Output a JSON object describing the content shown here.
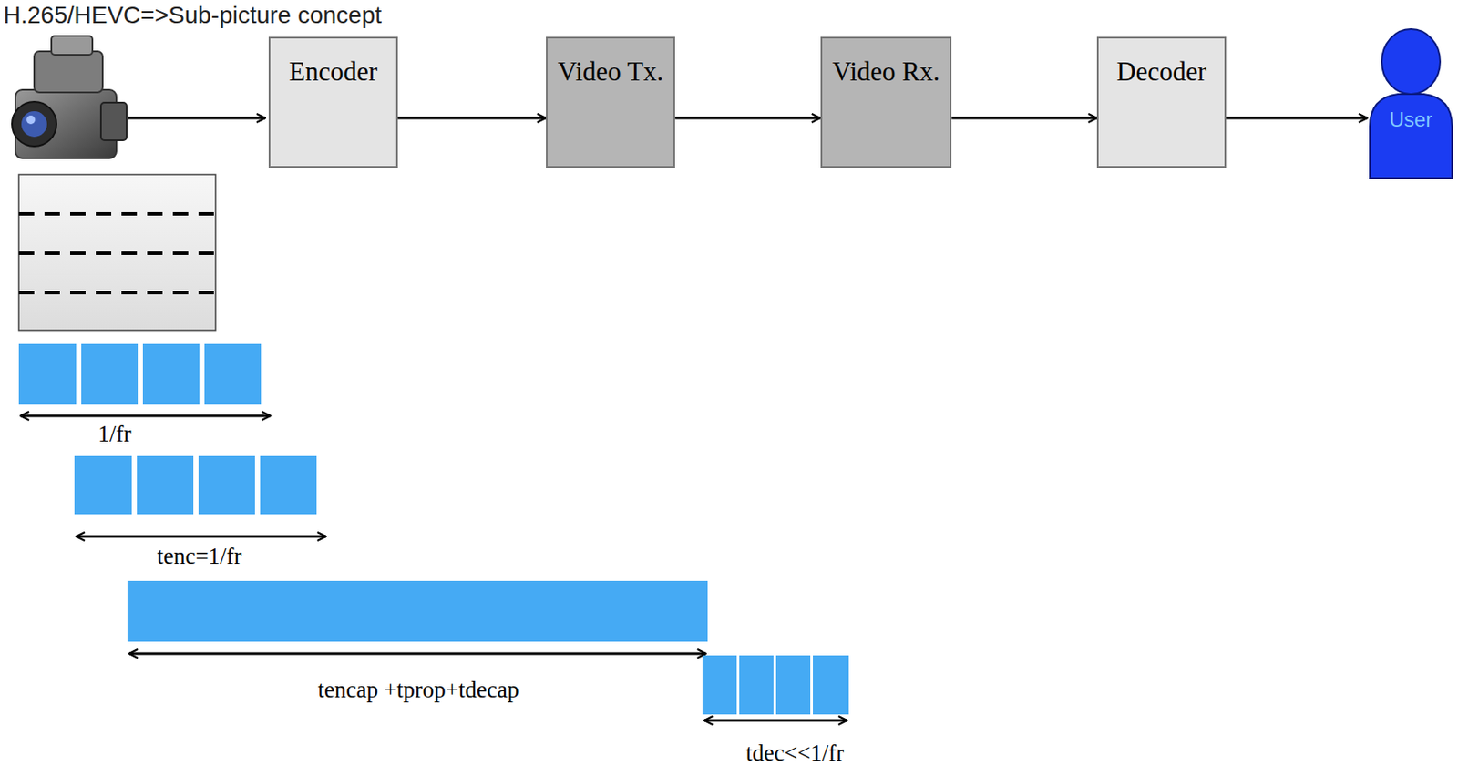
{
  "diagram": {
    "title": "H.265/HEVC=>Sub-picture concept",
    "nodes": [
      {
        "text": [
          "Encoder"
        ]
      },
      {
        "text": [
          "Video Tx."
        ]
      },
      {
        "text": [
          "Video Rx."
        ]
      },
      {
        "text": [
          "Decoder"
        ]
      },
      {
        "text": [
          "User"
        ]
      }
    ],
    "edges": [
      {
        "from": 0,
        "to": 1,
        "arrow": "to"
      },
      {
        "from": 1,
        "to": 2,
        "arrow": "to"
      },
      {
        "from": 2,
        "to": 3,
        "arrow": "to"
      },
      {
        "from": 3,
        "to": 4,
        "arrow": "to"
      }
    ],
    "labels": [
      "1/fr",
      "tenc=1/fr",
      "tencap +tprop+tdecap",
      "tdec<<1/fr"
    ]
  }
}
